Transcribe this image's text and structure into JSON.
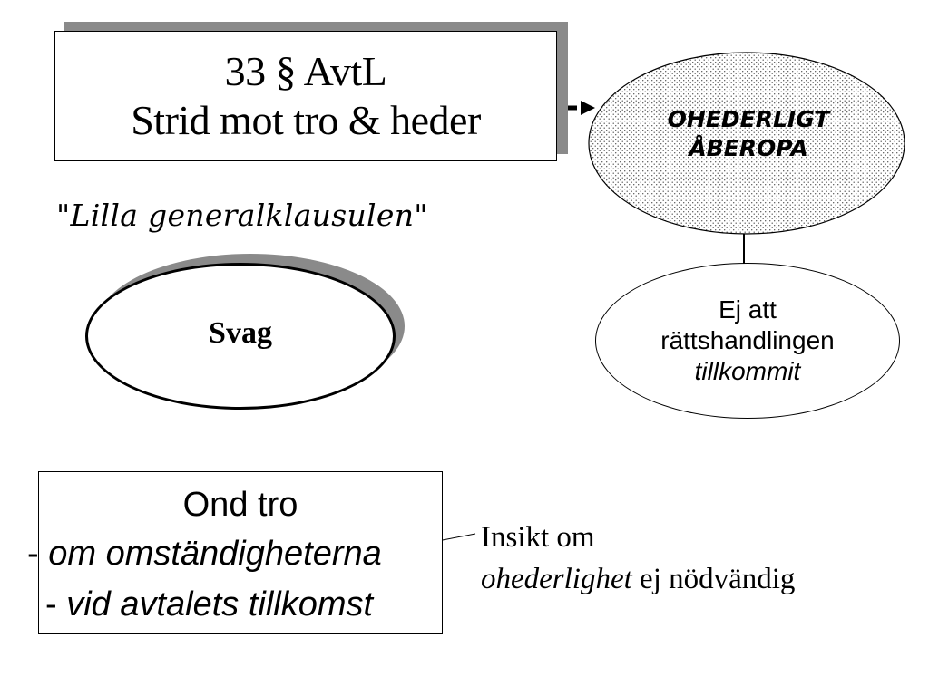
{
  "title": {
    "line1": "33 § AvtL",
    "line2": "Strid mot tro & heder"
  },
  "subtitle": "\"Lilla generalklausulen\"",
  "svag": {
    "label": "Svag"
  },
  "ohederligt": {
    "line1": "OHEDERLIGT",
    "line2": "ÅBEROPA"
  },
  "ej_att": {
    "line1": "Ej att",
    "line2": "rättshandlingen",
    "line3": "tillkommit"
  },
  "ond_tro": {
    "title": "Ond tro",
    "dash": "- ",
    "line1": "om omständigheterna",
    "line2": "vid avtalets tillkomst"
  },
  "insikt": {
    "line1": "Insikt om",
    "line2_italic": "ohederlighet",
    "line2_rest": " ej nödvändig"
  },
  "colors": {
    "shadow": "#8a8a8a",
    "line": "#000000",
    "background": "#ffffff"
  }
}
